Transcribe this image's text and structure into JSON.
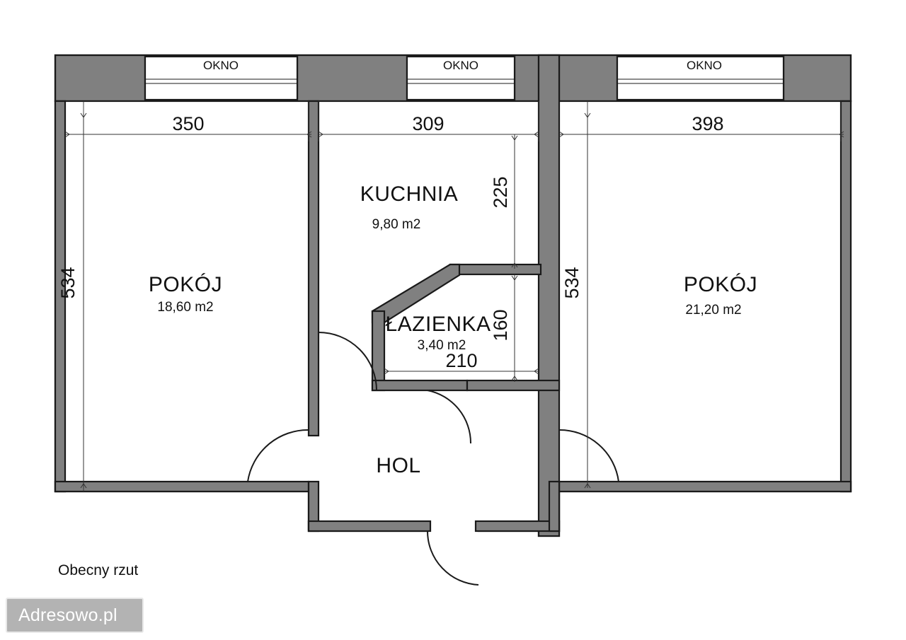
{
  "document": {
    "caption": "Obecny rzut",
    "watermark": "Adresowo.pl"
  },
  "colors": {
    "wall": "#808080",
    "outline": "#1a1a1a",
    "background": "#ffffff",
    "watermark_bg": "#b3b3b3",
    "watermark_text": "#ffffff"
  },
  "windows": [
    {
      "label": "OKNO"
    },
    {
      "label": "OKNO"
    },
    {
      "label": "OKNO"
    }
  ],
  "rooms": [
    {
      "id": "pokoj-left",
      "name": "POKÓJ",
      "area": "18,60 m2"
    },
    {
      "id": "kuchnia",
      "name": "KUCHNIA",
      "area": "9,80 m2"
    },
    {
      "id": "lazienka",
      "name": "ŁAZIENKA",
      "area": "3,40 m2"
    },
    {
      "id": "pokoj-right",
      "name": "POKÓJ",
      "area": "21,20 m2"
    },
    {
      "id": "hol",
      "name": "HOL",
      "area": ""
    }
  ],
  "dimensions": {
    "left_room_width": "350",
    "left_room_height": "534",
    "kitchen_width": "309",
    "kitchen_height": "225",
    "bathroom_width": "210",
    "bathroom_height": "160",
    "right_room_width": "398",
    "right_room_height": "534"
  }
}
